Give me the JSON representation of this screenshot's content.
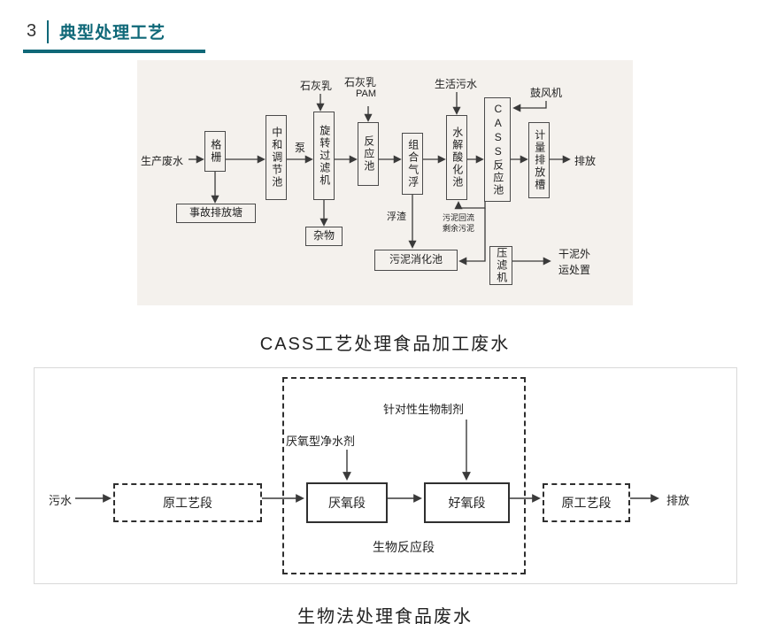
{
  "header": {
    "number": "3",
    "title": "典型处理工艺"
  },
  "colors": {
    "accent": "#0f6878",
    "diagram_bg": "#f4f1ed",
    "line": "#3a3a3a"
  },
  "cass_diagram": {
    "caption": "CASS工艺处理食品加工废水",
    "labels": {
      "influent": "生产废水",
      "grid": "格栅",
      "accident_pond": "事故排放塘",
      "neutralization": "中和调节池",
      "pump": "泵",
      "rotary_filter": "旋转过滤机",
      "debris": "杂物",
      "lime1": "石灰乳",
      "lime2": "石灰乳",
      "pam": "PAM",
      "reaction": "反应池",
      "flotation": "组合气浮",
      "scum": "浮渣",
      "domestic_sewage": "生活污水",
      "hydrolysis": "水解酸化池",
      "cass_tank": "CASS反应池",
      "blower": "鼓风机",
      "metering": "计量排放槽",
      "discharge": "排放",
      "sludge_return": "污泥回流",
      "excess_sludge": "剩余污泥",
      "digestion": "污泥消化池",
      "press": "压滤机",
      "dry_sludge": "干泥外运处置"
    }
  },
  "bio_diagram": {
    "caption": "生物法处理食品废水",
    "labels": {
      "influent": "污水",
      "original1": "原工艺段",
      "anaerobic": "厌氧段",
      "aerobic": "好氧段",
      "original2": "原工艺段",
      "discharge": "排放",
      "anaerobic_agent": "厌氧型净水剂",
      "bio_agent": "针对性生物制剂",
      "bio_section": "生物反应段"
    }
  }
}
